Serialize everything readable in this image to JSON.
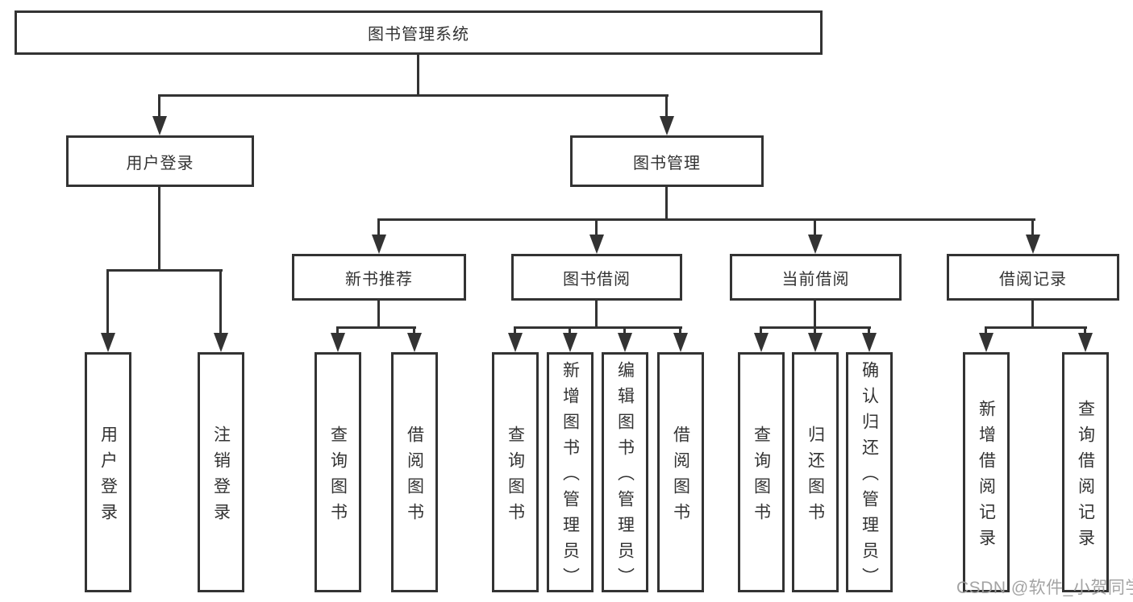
{
  "tree": {
    "root": {
      "label": "图书管理系统"
    },
    "login": {
      "label": "用户登录",
      "children": [
        {
          "label": "用户登录"
        },
        {
          "label": "注销登录"
        }
      ]
    },
    "manage": {
      "label": "图书管理",
      "sections": [
        {
          "label": "新书推荐",
          "children": [
            {
              "label": "查询图书"
            },
            {
              "label": "借阅图书"
            }
          ]
        },
        {
          "label": "图书借阅",
          "children": [
            {
              "label": "查询图书"
            },
            {
              "label": "新增图书（管理员）"
            },
            {
              "label": "编辑图书（管理员）"
            },
            {
              "label": "借阅图书"
            }
          ]
        },
        {
          "label": "当前借阅",
          "children": [
            {
              "label": "查询图书"
            },
            {
              "label": "归还图书"
            },
            {
              "label": "确认归还（管理员）"
            }
          ]
        },
        {
          "label": "借阅记录",
          "children": [
            {
              "label": "新增借阅记录"
            },
            {
              "label": "查询借阅记录"
            }
          ]
        }
      ]
    }
  },
  "watermark": "CSDN @软件_小贺同学",
  "colors": {
    "line": "#333333",
    "text": "#333333",
    "box_background": "#ffffff",
    "watermark": "#9e9e9e",
    "page_background": "#ffffff"
  }
}
